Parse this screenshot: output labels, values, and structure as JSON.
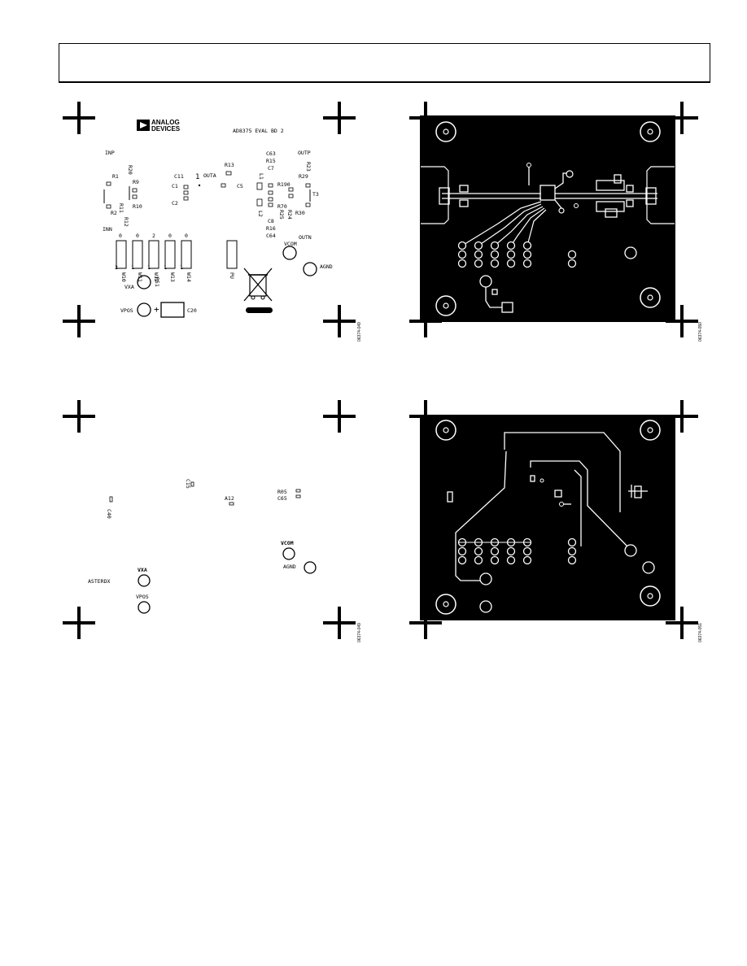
{
  "page": {
    "header": ""
  },
  "panels": {
    "top_silk": {
      "logo": {
        "line1": "ANALOG",
        "line2": "DEVICES",
        "icon": "analog-devices-logo"
      },
      "board_title": "AD8375 EVAL BD 2",
      "labels": {
        "inp": "INP",
        "outp": "OUTP",
        "inn": "INN",
        "outn": "OUTN",
        "r1": "R1",
        "r9": "R9",
        "r10": "R10",
        "r11": "R11",
        "r2": "R2",
        "r12": "R12",
        "r20": "R20",
        "c11": "C11",
        "c1": "C1",
        "c2": "C2",
        "one": "1",
        "outa": "OUTA",
        "r13": "R13",
        "c5": "C5",
        "c63": "C63",
        "r15": "R15",
        "c7": "C7",
        "l1": "L1",
        "r190": "R190",
        "r23": "R23",
        "r29": "R29",
        "t3": "T3",
        "r70": "R70",
        "l2": "L2",
        "r30": "R30",
        "c8": "C8",
        "r16": "R16",
        "c64": "C64",
        "r25": "R25",
        "r24": "R24",
        "vcom": "VCOM",
        "agnd": "AGND",
        "vpos": "VPOS",
        "c20": "C20",
        "vxa": "VXA",
        "r51": "R51",
        "pu": "PU",
        "w_top": [
          "0",
          "0",
          "2",
          "0",
          "0"
        ],
        "w_bot": [
          "2",
          "1",
          "1",
          "1",
          "1"
        ],
        "w_labels": [
          "W10",
          "W11",
          "W12",
          "W13",
          "W14"
        ]
      },
      "figure_id": "06374-049"
    },
    "top_copper": {
      "figure_id": "06374-050"
    },
    "bottom_silk": {
      "labels": {
        "c15": "C15",
        "a12": "A12",
        "r05": "R05",
        "c65": "C65",
        "c40": "C40",
        "vcom_m": "VCOM",
        "agnd_m": "AGND",
        "vxa_m": "VXA",
        "vpos_m": "VPOS",
        "asterdx": "ASTERDX"
      },
      "figure_id": "06374-049"
    },
    "bottom_copper": {
      "figure_id": "06374-051"
    }
  }
}
